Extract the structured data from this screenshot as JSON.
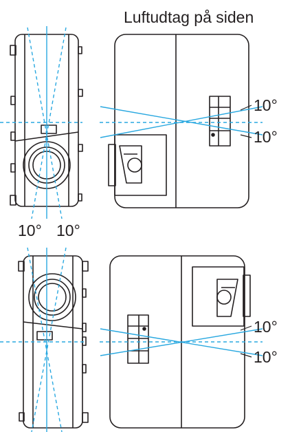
{
  "diagram": {
    "title": "Luftudtag på siden",
    "angle_labels": {
      "top_right_upper": "10°",
      "top_right_lower": "10°",
      "top_left_a": "10°",
      "top_left_b": "10°",
      "bottom_right_upper": "10°",
      "bottom_right_lower": "10°"
    }
  },
  "colors": {
    "outline": "#231f20",
    "guide": "#29a8e0"
  }
}
